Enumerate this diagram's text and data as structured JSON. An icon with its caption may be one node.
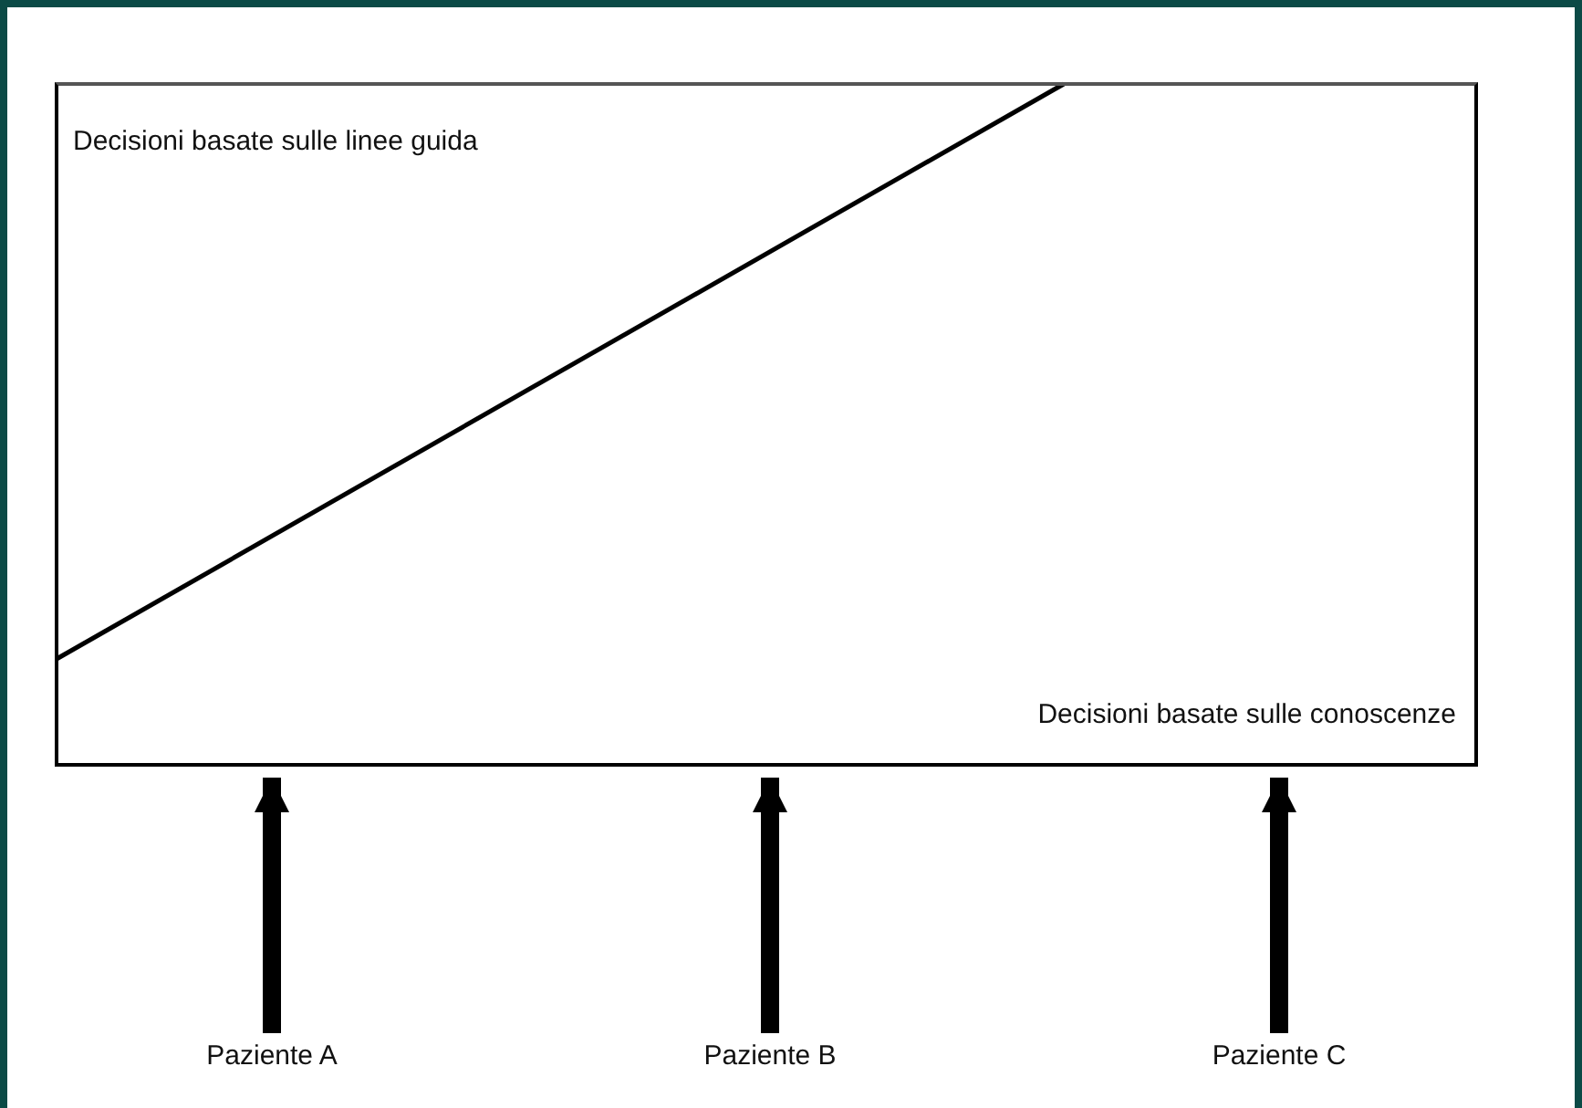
{
  "diagram": {
    "nodes": [
      {
        "text": [
          "Decisioni basate sulle linee guida",
          "Decisioni basate sulle conoscenze"
        ]
      },
      {
        "text": [
          "Paziente A"
        ]
      },
      {
        "text": [
          "Paziente B"
        ]
      },
      {
        "text": [
          "Paziente C"
        ]
      }
    ],
    "edges": [
      {
        "from": 1,
        "to": 0,
        "arrow": "to"
      },
      {
        "from": 2,
        "to": 0,
        "arrow": "to"
      },
      {
        "from": 3,
        "to": 0,
        "arrow": "to"
      }
    ]
  }
}
